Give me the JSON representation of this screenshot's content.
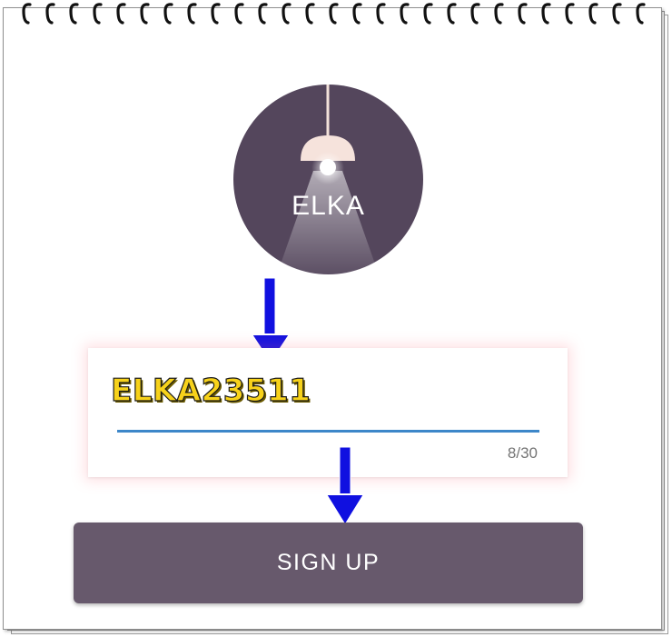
{
  "logo": {
    "text": "ELKA"
  },
  "username_field": {
    "value": "ELKA23511",
    "counter": "8/30"
  },
  "signup_button": {
    "label": "SIGN UP"
  },
  "colors": {
    "logo_bg": "#54465c",
    "button_bg": "#67596c",
    "underline": "#3d87c9",
    "arrow": "#1010e0",
    "highlight_text": "#f7d21a"
  },
  "icons": [
    "spiral-binding-icon",
    "lamp-icon",
    "down-arrow-icon"
  ]
}
